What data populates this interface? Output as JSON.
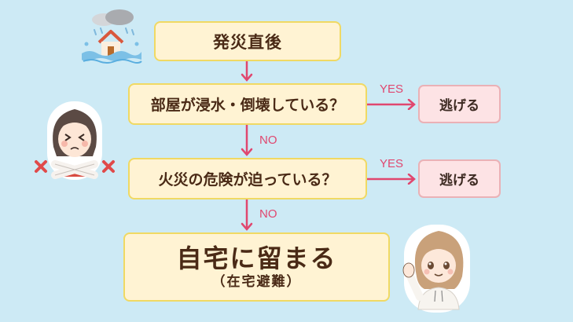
{
  "flowchart": {
    "start": {
      "label": "発災直後"
    },
    "questions": [
      {
        "label": "部屋が浸水・倒壊している？",
        "yes_label": "YES",
        "no_label": "NO",
        "yes_result": "逃げる"
      },
      {
        "label": "火災の危険が迫っている？",
        "yes_label": "YES",
        "no_label": "NO",
        "yes_result": "逃げる"
      }
    ],
    "result": {
      "label": "自宅に留まる",
      "sublabel": "（在宅避難）"
    }
  },
  "illustrations": {
    "top_left": "flooded-house-icon",
    "left": "woman-crossed-arms-icon",
    "bottom_right": "girl-waving-icon"
  },
  "colors": {
    "background": "#cdeaf5",
    "box_fill": "#fff3d3",
    "box_border": "#f0d963",
    "escape_fill": "#fde3e5",
    "escape_border": "#eab1b6",
    "arrow": "#e0476f",
    "text": "#4a2a16"
  }
}
